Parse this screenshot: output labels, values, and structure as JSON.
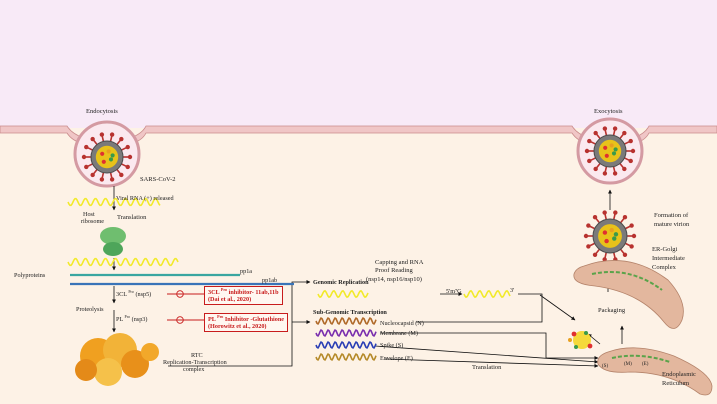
{
  "labels": {
    "endocytosis": "Endocytosis",
    "exocytosis": "Exocytosis",
    "sars": "SARS-CoV-2",
    "viral_rna": "Viral RNA (+) released",
    "host": "Host",
    "ribosome": "ribosome",
    "translation_1": "Translation",
    "polyproteins": "Polyproteins",
    "pp1a": "pp1a",
    "pp1ab": "pp1ab",
    "proteolysis": "Proteolysis",
    "cl3": "3CL",
    "cl3_sup": "Pro",
    "cl3_nsp": "(nsp5)",
    "pl": "PL",
    "pl_sup": "Pro",
    "pl_nsp": "(nsp3)",
    "inhibitor1_a": "3CL",
    "inhibitor1_sup": "Pro",
    "inhibitor1_b": "inhibitor- 11ab,11b",
    "inhibitor1_ref": "(Dai et al., 2020)",
    "inhibitor2_a": "PL",
    "inhibitor2_sup": "Pro",
    "inhibitor2_b": "Inhibitor -Glutathione",
    "inhibitor2_ref": "(Horowitz et al., 2020)",
    "rtc": "RTC",
    "rtc_full": "Replication-Transcription",
    "complex": "complex",
    "genomic_replication": "Genomic Replication",
    "capping_1": "Capping and RNA",
    "capping_2": "Proof Reading",
    "capping_3": "(nsp14, nsp16/nsp10)",
    "cap": "5'm⁷G",
    "three_prime": "3'",
    "subgenomic": "Sub-Genomic Transcription",
    "nucleocapsid": "Nucleocapsid (N)",
    "membrane": "Membrane (M)",
    "spike": "Spike (S)",
    "envelope": "Envelope (E)",
    "translation_2": "Translation",
    "formation_1": "Formation of",
    "formation_2": "mature virion",
    "ergic_1": "ER-Golgi",
    "ergic_2": "Intermediate",
    "ergic_3": "Complex",
    "packaging": "Packaging",
    "er_1": "Endoplasmic",
    "er_2": "Reticulum",
    "er_s": "(S)",
    "er_m": "(M)",
    "er_e": "(E)",
    "minus": "−"
  },
  "colors": {
    "cytoplasm": "#fdf2e6",
    "extracellular": "#f8eaf7",
    "membrane": "#f0c6c6",
    "membrane_edge": "#c98b8b",
    "spike": "#b8322f",
    "virion_core": "#e8c21a",
    "rna_yellow": "#f2ea2c",
    "polyprotein_green": "#3aa6a0",
    "polyprotein_blue": "#3a74b8",
    "inhibitor_red": "#c81c1c",
    "ribosome": "#6fbe6f",
    "rtc_orange": "#f0a020",
    "er_fill": "#e3b79e",
    "wave_brown": "#b06a2a",
    "wave_purple": "#7a2fae",
    "wave_blue": "#2b3fb5",
    "wave_gold": "#b58a2a"
  }
}
